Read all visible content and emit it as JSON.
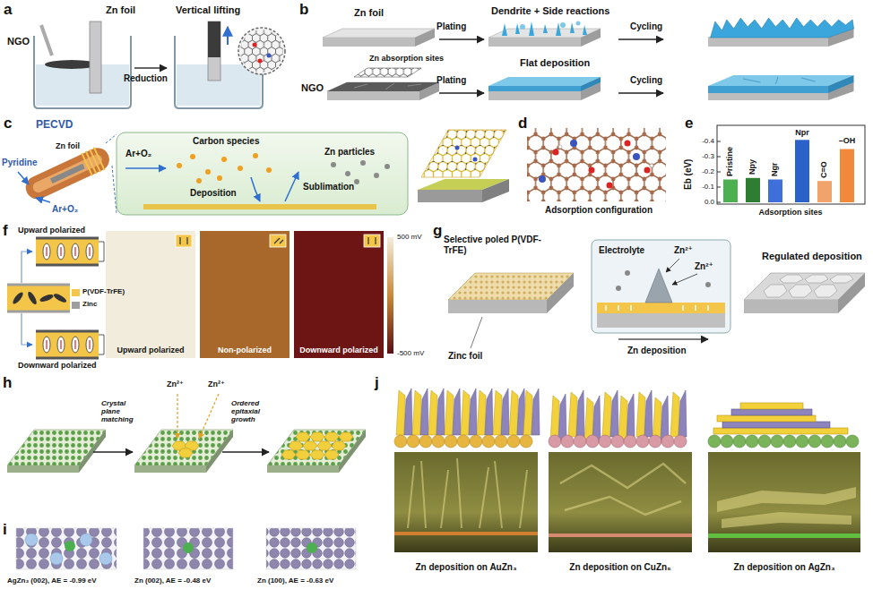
{
  "diagram": {
    "labels": [
      "a",
      "Zn foil",
      "Vertical lifting",
      "NGO",
      "Reduction",
      "b",
      "Zn foil",
      "Plating",
      "Dendrite + Side reactions",
      "Cycling",
      "Zn absorption sites",
      "NGO",
      "Plating",
      "Flat deposition",
      "Cycling",
      "c",
      "PECVD",
      "Pyridine",
      "Zn foil",
      "Ar+O₂",
      "Ar+O₂",
      "Carbon species",
      "Zn particles",
      "Deposition",
      "Sublimation",
      "d",
      "Adsorption configuration",
      "e",
      "Eb (eV)",
      "-0.4",
      "-0.3",
      "-0.2",
      "-0.1",
      "0.0",
      "Pristine",
      "Npy",
      "Ngr",
      "Npr",
      "C=O",
      "–OH",
      "Adsorption sites",
      "f",
      "Upward polarized",
      "Downward polarized",
      "Upward polarized",
      "Non-polarized",
      "Downward polarized",
      "500 mV",
      "-500 mV",
      "g",
      "Selective poled P(VDF-TrFE)",
      "Electrolyte",
      "Zn²⁺",
      "Zn²⁺",
      "Regulated deposition",
      "Zn deposition",
      "Zinc foil",
      "h",
      "Crystal plane matching",
      "Zn²⁺",
      "Zn²⁺",
      "Ordered epitaxial growth",
      "i",
      "AgZn₃ (002), AE = -0.99 eV",
      "Zn (002), AE = -0.48 eV",
      "Zn (100), AE = -0.63 eV",
      "j",
      "Zn deposition on AuZn₃",
      "Zn deposition on CuZn₅",
      "Zn deposition on AgZn₃"
    ],
    "legend": [
      {
        "text": "P(VDF-TrFE)",
        "color": "#f3c64a"
      },
      {
        "text": "Zinc",
        "color": "#9e9e9e"
      }
    ]
  }
}
